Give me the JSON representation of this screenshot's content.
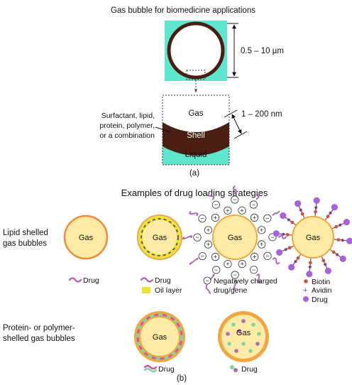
{
  "panel_a": {
    "title": "Gas bubble for biomedicine applications",
    "size_label": "0.5 – 10 µm",
    "shell_size_label": "1 – 200 nm",
    "shell_material_lines": [
      "Surfactant, lipid,",
      "protein, polymer,",
      "or a combination"
    ],
    "gas_label": "Gas",
    "shell_label": "Shell",
    "liquid_label": "Liquid",
    "caption": "(a)"
  },
  "panel_b": {
    "title": "Examples of drug loading strategies",
    "row1_label": [
      "Lipid shelled",
      "gas bubbles"
    ],
    "row2_label": [
      "Protein- or polymer-",
      "shelled gas bubbles"
    ],
    "gas_text": "Gas",
    "legend_drug": "Drug",
    "legend_oil": "Oil layer",
    "legend_charged": [
      "Negatively charged",
      "drug/gene"
    ],
    "legend_biotin": "Biotin",
    "legend_avidin": "Avidin",
    "caption": "(b)",
    "plus_sign": "+",
    "minus_sign": "−"
  },
  "colors": {
    "liquid_teal": "#5fe6cf",
    "shell_brown": "#4a1e10",
    "gas_yellow": "#ffeaa6",
    "lipid_orange": "#f08a3c",
    "protein_orange": "#f0a642",
    "oil_yellow": "#e8e43a",
    "drug_purple": "#b06ab6",
    "drug_green": "#7fd6a0",
    "biotin_red": "#c8553f",
    "ligand_purple": "#a863dc"
  }
}
